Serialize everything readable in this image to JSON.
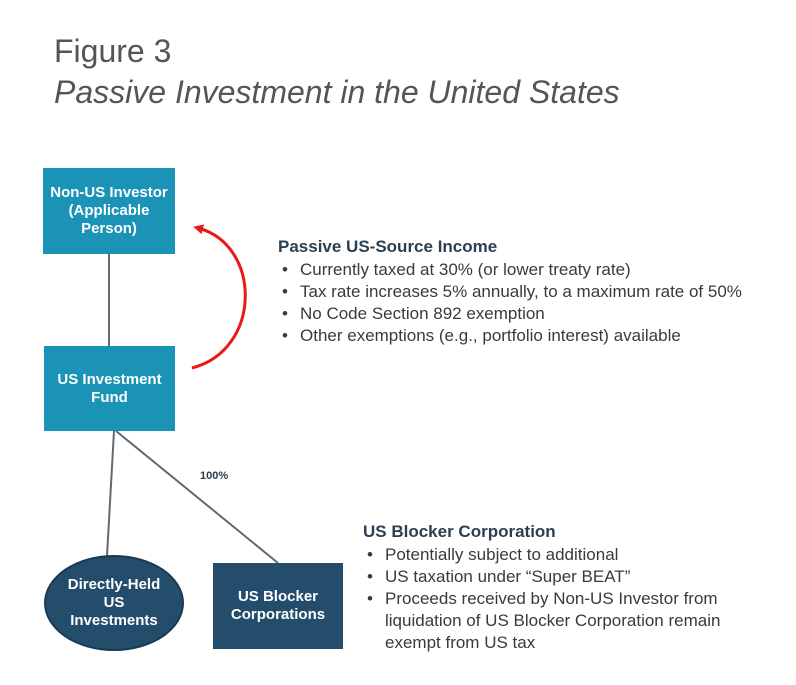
{
  "header": {
    "figure_label": "Figure 3",
    "subtitle": "Passive Investment in the United States"
  },
  "nodes": {
    "non_us_investor": "Non-US Investor (Applicable Person)",
    "us_investment_fund": "US Investment Fund",
    "directly_held": "Directly-Held US Investments",
    "us_blocker": "US Blocker Corporations"
  },
  "edge_labels": {
    "blocker_ownership": "100%"
  },
  "passive_income": {
    "heading": "Passive US-Source Income",
    "bullets": [
      "Currently taxed at 30% (or lower treaty rate)",
      "Tax rate increases 5% annually, to a maximum rate of 50%",
      "No Code Section 892 exemption",
      "Other exemptions (e.g., portfolio interest) available"
    ]
  },
  "blocker_corp": {
    "heading": "US Blocker Corporation",
    "bullets": [
      "Potentially subject to additional",
      "US taxation under “Super BEAT”",
      "Proceeds received by Non-US Investor from liquidation of US Blocker Corporation remain exempt from US tax"
    ]
  },
  "colors": {
    "teal": "#1a93b6",
    "navy": "#244d6b",
    "arrow": "#e8191a",
    "connector": "#5f6b73"
  }
}
